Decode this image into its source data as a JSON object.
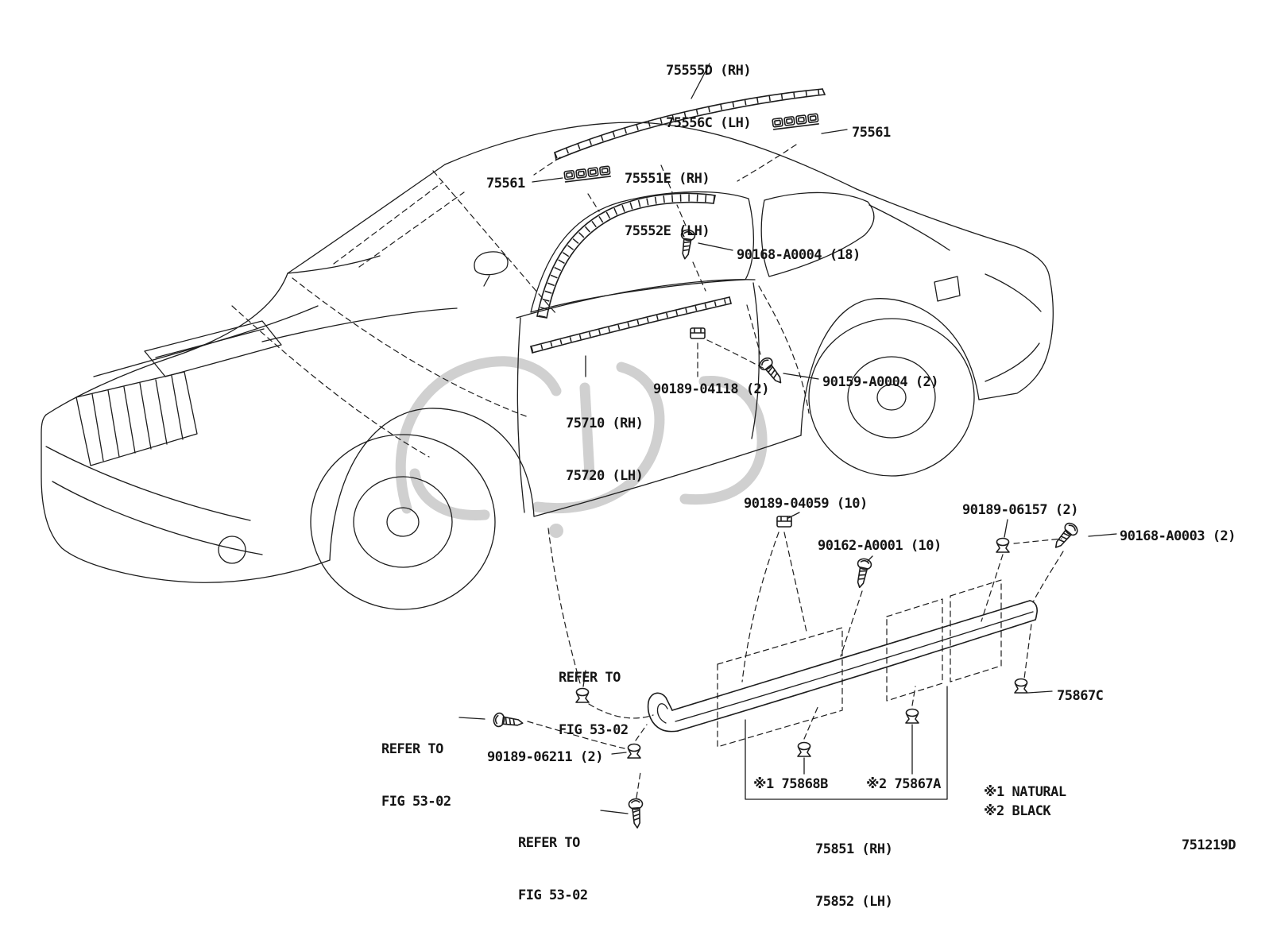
{
  "page": {
    "bg_color": "#ffffff",
    "line_color": "#1d1d1d",
    "watermark_color": "#cbcbcb",
    "diagram_code": "751219D"
  },
  "callouts": {
    "roof_drip_moulding": {
      "lines": [
        "75555D (RH)",
        "75556C (LH)"
      ]
    },
    "retainer_right": "75561",
    "window_frame_moulding": {
      "lines": [
        "75551E (RH)",
        "75552E (LH)"
      ]
    },
    "retainer_left": "75561",
    "screw_roof": "90168-A0004 (18)",
    "belt_moulding": {
      "lines": [
        "75710 (RH)",
        "75720 (LH)"
      ]
    },
    "clip_belt": "90189-04118 (2)",
    "screw_belt": "90159-A0004 (2)",
    "clip_rocker_front": "90189-04059 (10)",
    "clip_rocker_rear": "90189-06157 (2)",
    "screw_rocker_rear": "90168-A0003 (2)",
    "screw_rocker_front": "90162-A0001 (10)",
    "refer_top": {
      "lines": [
        "REFER TO",
        "FIG 53-02"
      ]
    },
    "refer_left": {
      "lines": [
        "REFER TO",
        "FIG 53-02"
      ]
    },
    "clip_06211": "90189-06211 (2)",
    "pad_75867c": "75867C",
    "pad_75868b": "※1 75868B",
    "pad_75867a": "※2 75867A",
    "refer_bottom": {
      "lines": [
        "REFER TO",
        "FIG 53-02"
      ]
    },
    "rocker_moulding": {
      "lines": [
        "75851 (RH)",
        "75852 (LH)"
      ]
    }
  },
  "legend": {
    "note_natural": "※1 NATURAL",
    "note_black": "※2 BLACK"
  }
}
